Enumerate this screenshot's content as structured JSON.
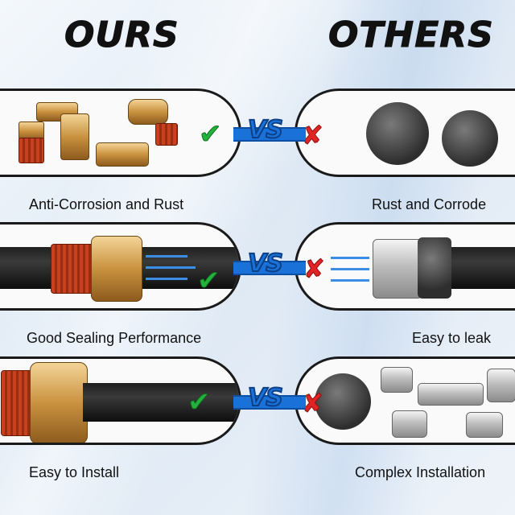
{
  "headers": {
    "ours": "OURS",
    "others": "OTHERS"
  },
  "comparisons": [
    {
      "ours_caption": "Anti-Corrosion and Rust",
      "vs": "VS",
      "others_caption": "Rust and Corrode"
    },
    {
      "ours_caption": "Good Sealing Performance",
      "vs": "VS",
      "others_caption": "Easy to leak"
    },
    {
      "ours_caption": "Easy to Install",
      "vs": "VS",
      "others_caption": "Complex Installation"
    }
  ],
  "icons": {
    "positive": "check-icon",
    "negative": "cross-icon"
  },
  "colors": {
    "accent": "#1a72d8",
    "check": "#22b43a",
    "cross": "#e02424"
  }
}
